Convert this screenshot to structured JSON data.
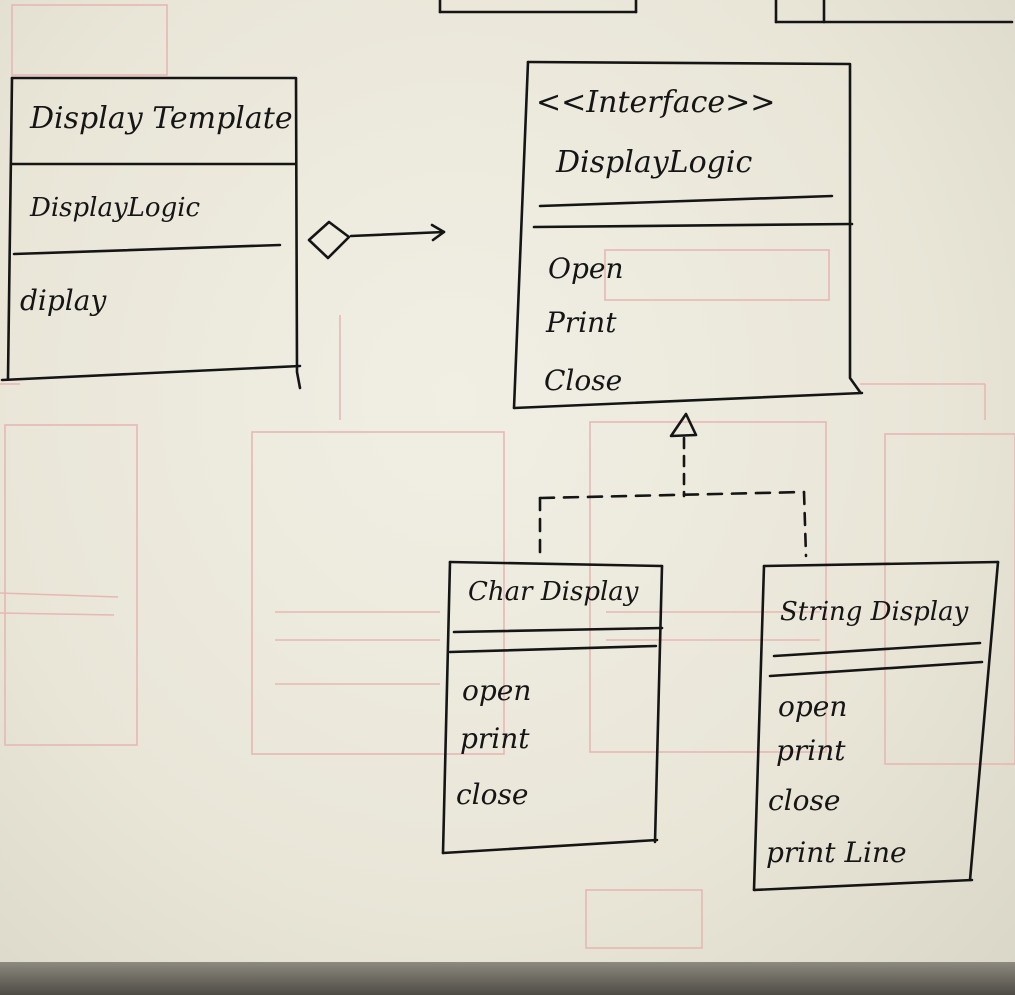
{
  "classes": {
    "display_template": {
      "name": "Display Template",
      "fields": [
        "DisplayLogic"
      ],
      "methods": [
        "diplay"
      ]
    },
    "display_logic": {
      "stereotype": "<<Interface>>",
      "name": "DisplayLogic",
      "methods": [
        "Open",
        "Print",
        "Close"
      ]
    },
    "char_display": {
      "name": "Char Display",
      "methods": [
        "open",
        "print",
        "close"
      ]
    },
    "string_display": {
      "name": "String Display",
      "methods": [
        "open",
        "print",
        "close",
        "print Line"
      ]
    }
  },
  "relations": [
    {
      "type": "aggregation",
      "from": "Display Template",
      "to": "DisplayLogic"
    },
    {
      "type": "realization",
      "from": "Char Display",
      "to": "DisplayLogic"
    },
    {
      "type": "realization",
      "from": "String Display",
      "to": "DisplayLogic"
    }
  ],
  "colors": {
    "ink": "#151515",
    "paper": "#ece9dc",
    "bleed_through": "#e7b7b4"
  }
}
